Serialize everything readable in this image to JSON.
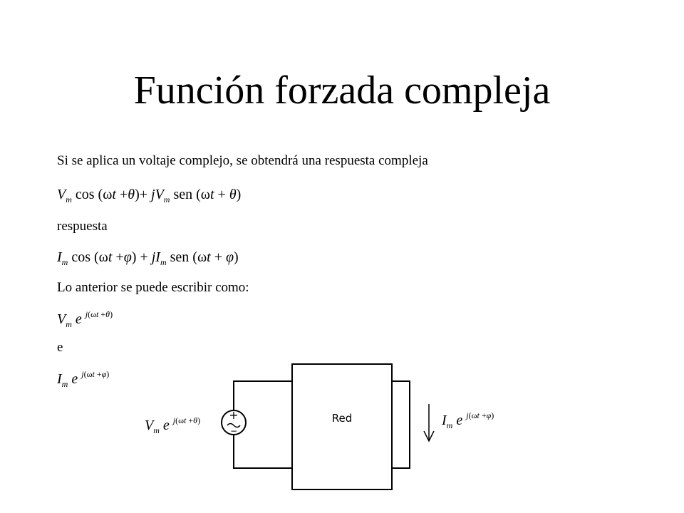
{
  "title": "Función forzada compleja",
  "intro": "Si se aplica un voltaje complejo, se obtendrá una respuesta compleja",
  "eq1": {
    "v": "V",
    "sub_m": "m",
    "cos": " cos (",
    "omega": "ω",
    "t": "t",
    "plus": " +",
    "theta": "θ",
    "mid": ")+ ",
    "j": "j",
    "sen": " sen (",
    "plus_sp": " + ",
    "close": ")"
  },
  "respuesta": "respuesta",
  "eq2": {
    "i": "I",
    "sub_m": "m",
    "cos": " cos (",
    "omega": "ω",
    "t": "t",
    "plus": " +",
    "phi": "φ",
    "mid": ") + ",
    "j": "j",
    "sen": " sen (",
    "plus_sp": " + ",
    "close": ")"
  },
  "rewrite": "Lo anterior se puede escribir como:",
  "exp_v": {
    "base": "V",
    "sub": "m",
    "e": " e ",
    "j": "j",
    "open": "(",
    "omega": "ω",
    "t": "t",
    "plus": " +",
    "angle": "θ",
    "close": ")"
  },
  "conj": "e",
  "exp_i": {
    "base": "I",
    "sub": "m",
    "e": " e ",
    "j": "j",
    "open": "(",
    "omega": "ω",
    "t": "t",
    "plus": " +",
    "angle": "φ",
    "close": ")"
  },
  "circuit": {
    "box_label": "Red",
    "source_plus": "+",
    "source_minus": "−"
  }
}
